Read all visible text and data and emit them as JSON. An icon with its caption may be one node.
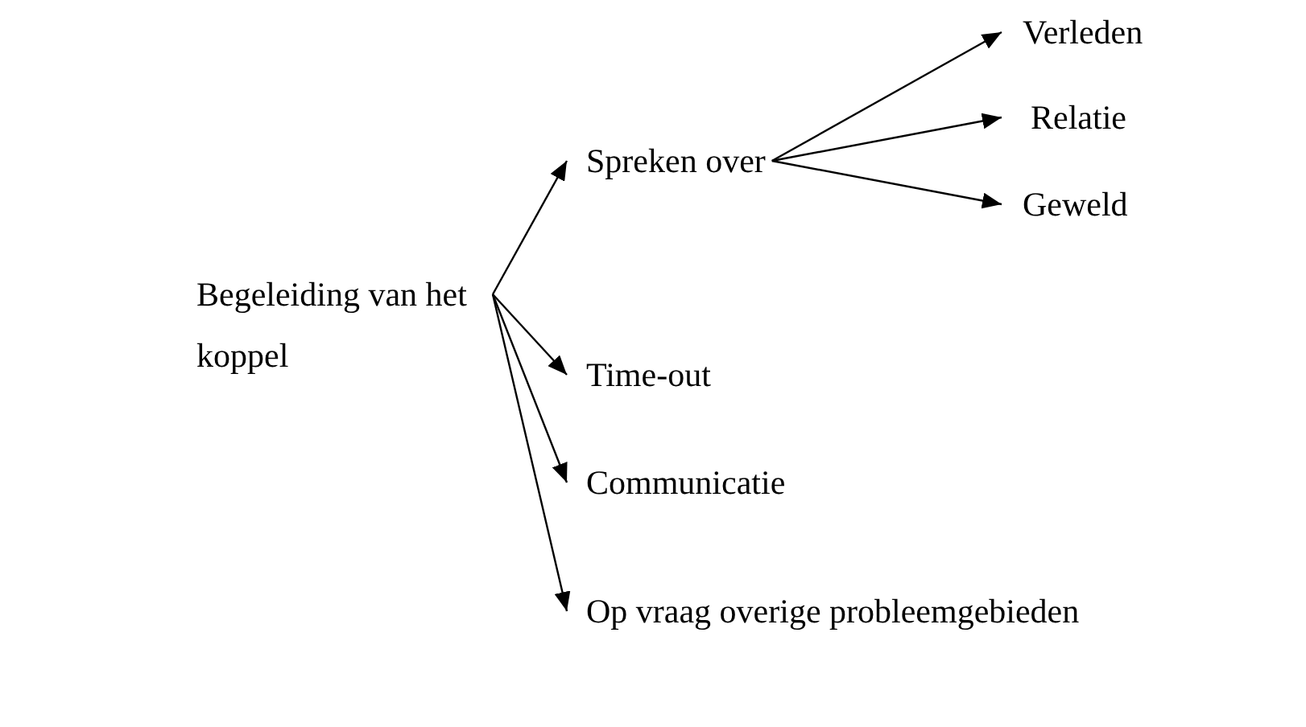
{
  "diagram": {
    "nodes": [
      {
        "text": [
          "Begeleiding van het koppel"
        ]
      },
      {
        "text": [
          "Spreken over"
        ]
      },
      {
        "text": [
          "Verleden"
        ]
      },
      {
        "text": [
          "Relatie"
        ]
      },
      {
        "text": [
          "Geweld"
        ]
      },
      {
        "text": [
          "Time-out"
        ]
      },
      {
        "text": [
          "Communicatie"
        ]
      },
      {
        "text": [
          "Op vraag overige probleemgebieden"
        ]
      }
    ],
    "edges": [
      {
        "from": 0,
        "to": 1,
        "arrow": "to"
      },
      {
        "from": 0,
        "to": 5,
        "arrow": "to"
      },
      {
        "from": 0,
        "to": 6,
        "arrow": "to"
      },
      {
        "from": 0,
        "to": 7,
        "arrow": "to"
      },
      {
        "from": 1,
        "to": 2,
        "arrow": "to"
      },
      {
        "from": 1,
        "to": 3,
        "arrow": "to"
      },
      {
        "from": 1,
        "to": 4,
        "arrow": "to"
      }
    ]
  }
}
